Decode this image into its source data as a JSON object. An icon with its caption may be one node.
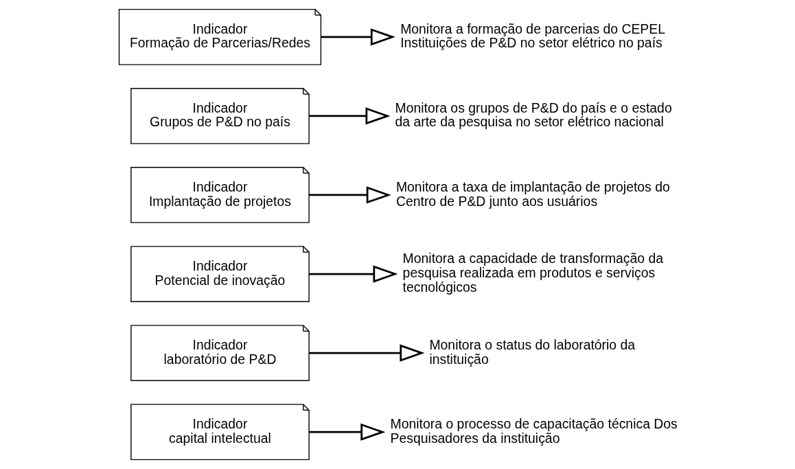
{
  "diagram": {
    "nodes": [
      {
        "text": [
          "Indicador",
          "capital intelectual"
        ]
      },
      {
        "text": [
          "Monitora o processo de capacitação técnica Dos Pesquisadores da instituição"
        ]
      },
      {
        "text": [
          "Indicador",
          "laboratório de P&D"
        ]
      },
      {
        "text": [
          "Monitora o status do laboratório da instituição"
        ]
      },
      {
        "text": [
          "Indicador",
          "Potencial de inovação"
        ]
      },
      {
        "text": [
          "Monitora a capacidade de transformação da pesquisa realizada em produtos e serviços tecnológicos"
        ]
      },
      {
        "text": [
          "Indicador",
          "Implantação de projetos"
        ]
      },
      {
        "text": [
          "Monitora a taxa de implantação de projetos do Centro de P&D junto aos usuários"
        ]
      },
      {
        "text": [
          "Indicador",
          "Grupos de P&D no país"
        ]
      },
      {
        "text": [
          "Monitora os grupos de P&D do país e o estado da arte da pesquisa no setor elétrico nacional"
        ]
      },
      {
        "text": [
          "Indicador",
          "Formação de Parcerias/Redes"
        ]
      },
      {
        "text": [
          "Monitora a formação de parcerias do CEPEL Instituições de P&D no setor elétrico no país"
        ]
      }
    ],
    "edges": [
      {
        "from": 0,
        "to": 1,
        "arrow": "to"
      },
      {
        "from": 2,
        "to": 3,
        "arrow": "to"
      },
      {
        "from": 4,
        "to": 5,
        "arrow": "to"
      },
      {
        "from": 6,
        "to": 7,
        "arrow": "to"
      },
      {
        "from": 8,
        "to": 9,
        "arrow": "to"
      },
      {
        "from": 10,
        "to": 11,
        "arrow": "to"
      }
    ]
  }
}
